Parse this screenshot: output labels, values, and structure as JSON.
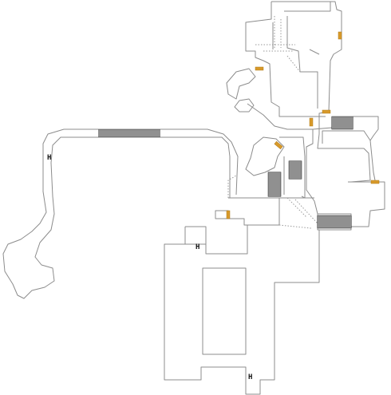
{
  "map": {
    "markers": [
      {
        "label": "H"
      },
      {
        "label": "H"
      },
      {
        "label": "H"
      }
    ],
    "colors": {
      "background": "#ffffff",
      "wall": "#8c8c8c",
      "door": "#d89a2a",
      "stairs": "#222222"
    }
  }
}
